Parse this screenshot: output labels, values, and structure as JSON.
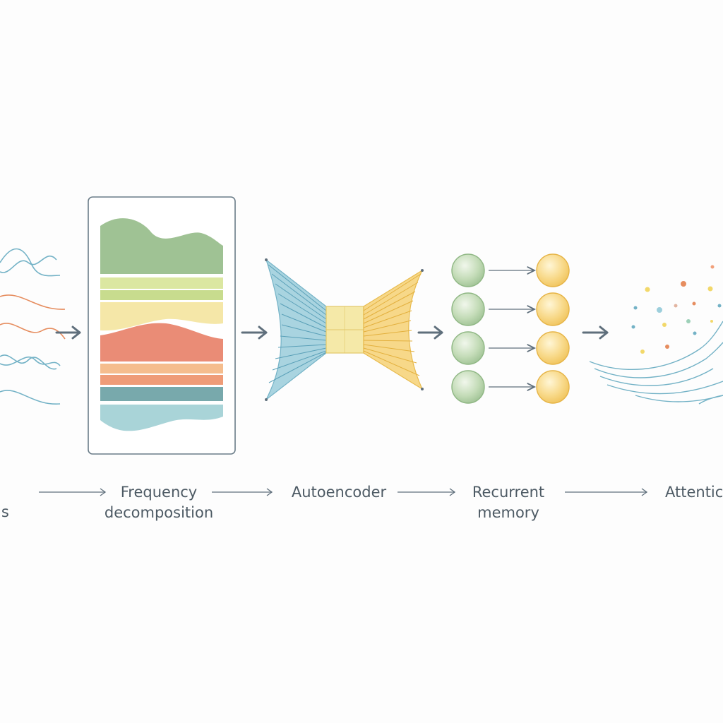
{
  "stages": [
    {
      "id": "signals",
      "lines": [
        "ls"
      ]
    },
    {
      "id": "frequency-decomposition",
      "lines": [
        "Frequency",
        "decomposition"
      ]
    },
    {
      "id": "autoencoder",
      "lines": [
        "Autoencoder"
      ]
    },
    {
      "id": "recurrent-memory",
      "lines": [
        "Recurrent",
        "memory"
      ]
    },
    {
      "id": "attention",
      "lines": [
        "Attentic"
      ]
    }
  ],
  "palette": {
    "arrow": "#5f6f7c",
    "text": "#4d5a64",
    "green": "#9fc294",
    "lime": "#dbe7a1",
    "cream": "#f5e7a8",
    "coral": "#ea8c76",
    "peach": "#f5bd8e",
    "teal": "#78a9ac",
    "sky": "#a9d4d8",
    "blue": "#73b2c6",
    "orange": "#e68d5f",
    "yellow": "#f2c75d"
  },
  "icons": [
    "arrow-icon",
    "waveform-icon",
    "spectrum-bands-icon",
    "bottleneck-icon",
    "memory-node-icon",
    "attention-field-icon"
  ]
}
